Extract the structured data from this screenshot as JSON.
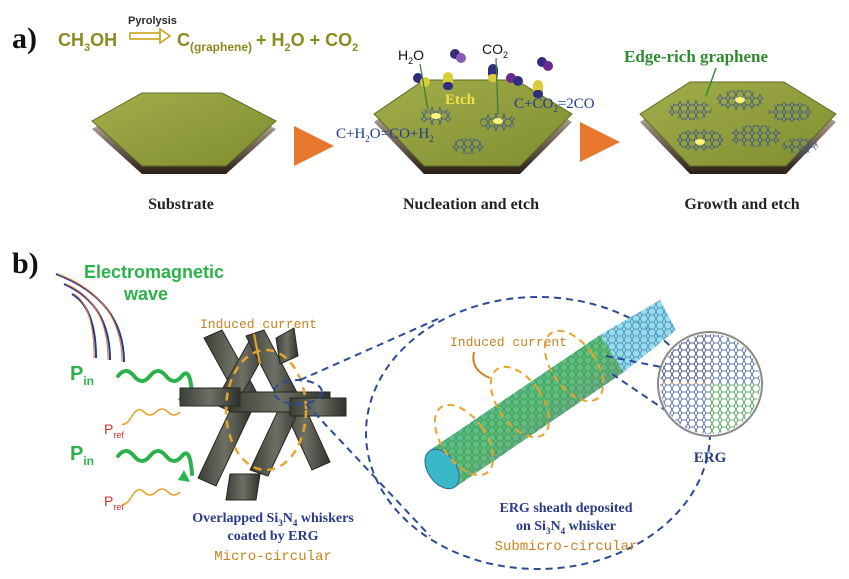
{
  "panel_a": {
    "label": "a)",
    "equation": {
      "reactant": "CH",
      "reactant_sub": "3",
      "reactant_tail": "OH",
      "arrow_label": "Pyrolysis",
      "product": "C",
      "product_sub": "(graphene)",
      "plus1": "+ H",
      "h2o_sub": "2",
      "h2o_tail": "O + CO",
      "co2_sub": "2"
    },
    "h2o_label": {
      "main": "H",
      "sub": "2",
      "tail": "O"
    },
    "co2_label": {
      "main": "CO",
      "sub": "2"
    },
    "etch_label": "Etch",
    "reaction_h2o": {
      "text": "C+H",
      "sub1": "2",
      "mid": "O=CO+H",
      "sub2": "2"
    },
    "reaction_co2": {
      "text": "C+CO",
      "sub1": "2",
      "tail": "=2CO"
    },
    "edge_rich_label": "Edge-rich graphene",
    "stages": [
      "Substrate",
      "Nucleation and etch",
      "Growth and etch"
    ]
  },
  "panel_b": {
    "label": "b)",
    "em_wave_line1": "Electromagnetic",
    "em_wave_line2": "wave",
    "p_in": {
      "main": "P",
      "sub": "in"
    },
    "p_ref": {
      "main": "P",
      "sub": "ref"
    },
    "induced_current": "Induced current",
    "whisker_caption": {
      "line1_pre": "Overlapped Si",
      "line1_sub1": "3",
      "line1_mid": "N",
      "line1_sub2": "4",
      "line1_post": " whiskers",
      "line2": "coated by ERG",
      "line3": "Micro-circular"
    },
    "sheath_caption": {
      "line1": "ERG sheath deposited",
      "line2_pre": "on Si",
      "line2_sub1": "3",
      "line2_mid": "N",
      "line2_sub2": "4",
      "line2_post": " whisker",
      "line3": "Submicro-circular"
    },
    "erg_label": "ERG"
  },
  "colors": {
    "olive_text": "#8a8a1e",
    "green_label": "#2e8b2e",
    "blue_text": "#1f3a93",
    "navy_text": "#2b3a8c",
    "orange": "#e8772e",
    "gold": "#d89a2a",
    "red_text": "#d0342c",
    "substrate_top": "#8c9a3a",
    "substrate_edge": "#4a3a2a"
  }
}
